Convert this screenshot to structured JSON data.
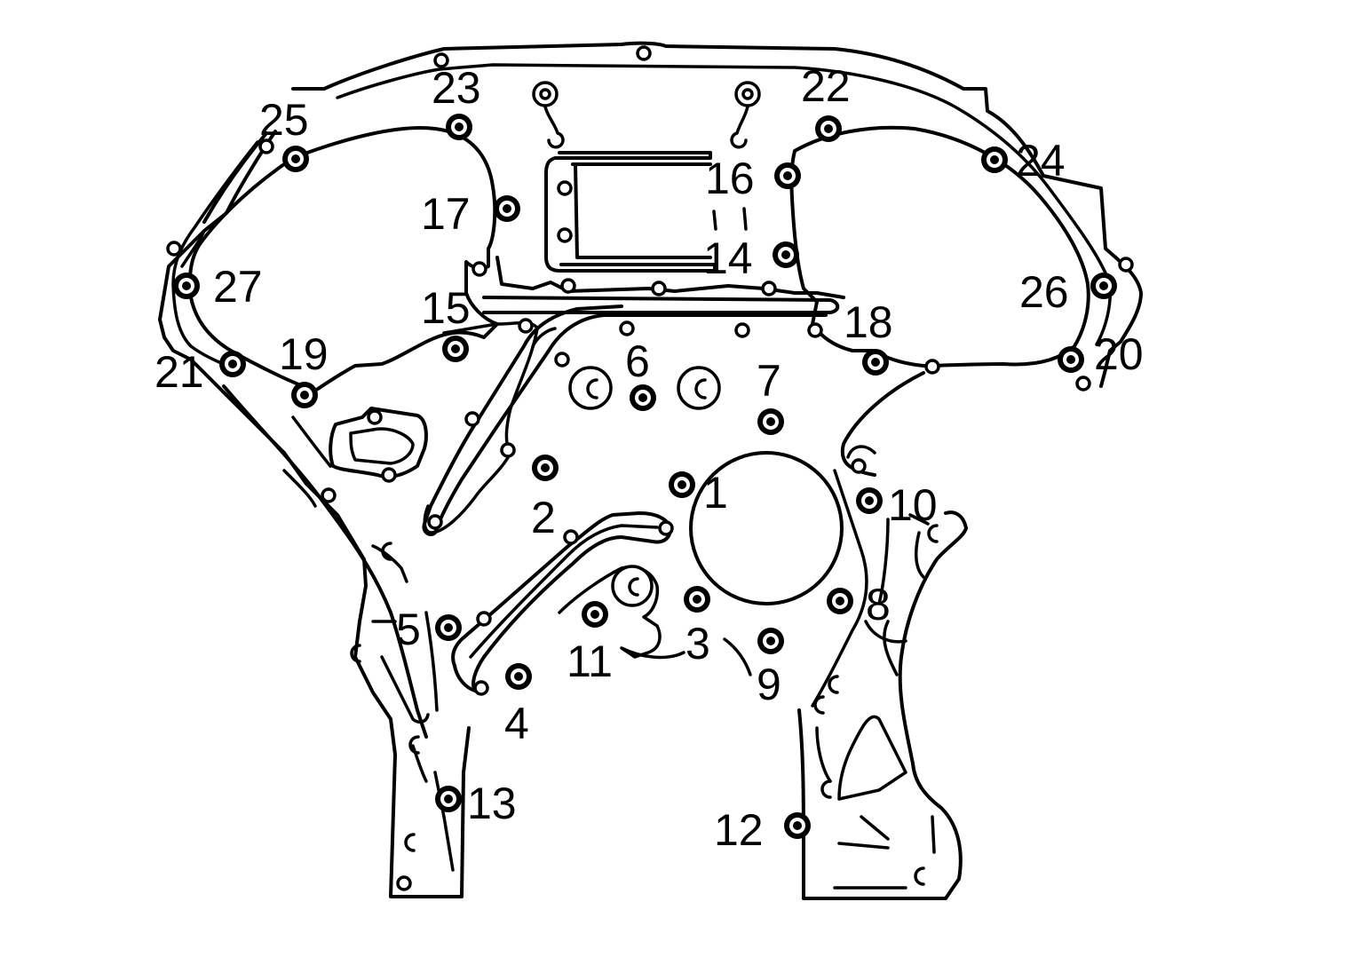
{
  "diagram": {
    "labels": [
      {
        "id": "b1",
        "text": "1"
      },
      {
        "id": "b2",
        "text": "2"
      },
      {
        "id": "b3",
        "text": "3"
      },
      {
        "id": "b4",
        "text": "4"
      },
      {
        "id": "b5",
        "text": "5"
      },
      {
        "id": "b6",
        "text": "6"
      },
      {
        "id": "b7",
        "text": "7"
      },
      {
        "id": "b8",
        "text": "8"
      },
      {
        "id": "b9",
        "text": "9"
      },
      {
        "id": "b10",
        "text": "10"
      },
      {
        "id": "b11",
        "text": "11"
      },
      {
        "id": "b12",
        "text": "12"
      },
      {
        "id": "b13",
        "text": "13"
      },
      {
        "id": "b14",
        "text": "14"
      },
      {
        "id": "b15",
        "text": "15"
      },
      {
        "id": "b16",
        "text": "16"
      },
      {
        "id": "b17",
        "text": "17"
      },
      {
        "id": "b18",
        "text": "18"
      },
      {
        "id": "b19",
        "text": "19"
      },
      {
        "id": "b20",
        "text": "20"
      },
      {
        "id": "b21",
        "text": "21"
      },
      {
        "id": "b22",
        "text": "22"
      },
      {
        "id": "b23",
        "text": "23"
      },
      {
        "id": "b24",
        "text": "24"
      },
      {
        "id": "b25",
        "text": "25"
      },
      {
        "id": "b26",
        "text": "26"
      },
      {
        "id": "b27",
        "text": "27"
      }
    ]
  }
}
